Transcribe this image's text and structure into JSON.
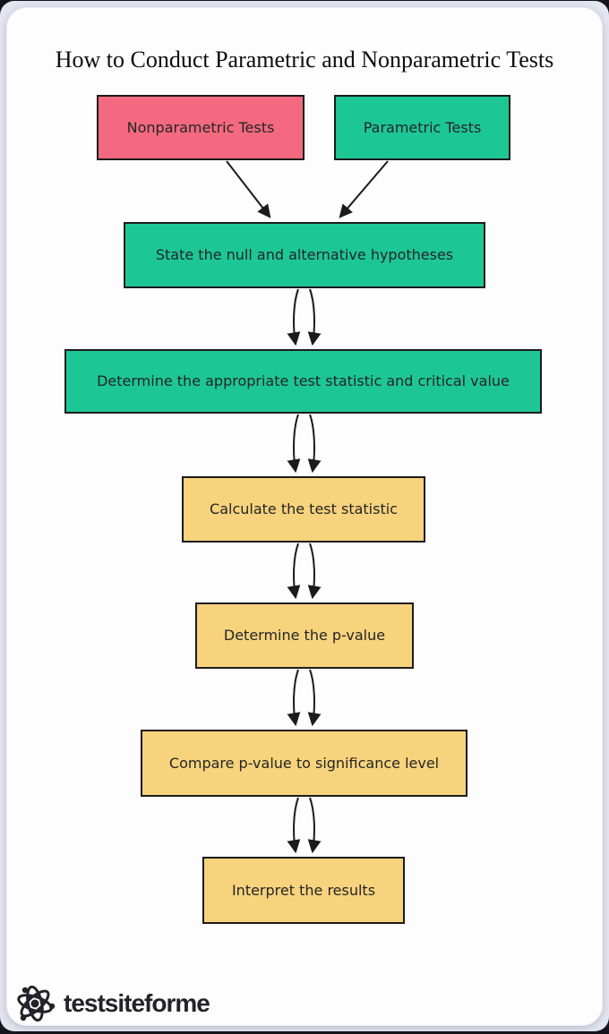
{
  "header": {
    "title": "How to Conduct Parametric and Nonparametric Tests"
  },
  "flowchart": {
    "nodes": [
      {
        "id": "nonparametric-tests",
        "label": "Nonparametric Tests",
        "fill": "#f4697f"
      },
      {
        "id": "parametric-tests",
        "label": "Parametric Tests",
        "fill": "#1dc795"
      },
      {
        "id": "state-hypotheses",
        "label": "State the null and alternative hypotheses",
        "fill": "#1dc795"
      },
      {
        "id": "determine-test-statistic",
        "label": "Determine the appropriate test statistic and critical value",
        "fill": "#1dc795"
      },
      {
        "id": "calculate-test-statistic",
        "label": "Calculate the test statistic",
        "fill": "#f8d37d"
      },
      {
        "id": "determine-p-value",
        "label": "Determine the p-value",
        "fill": "#f8d37d"
      },
      {
        "id": "compare-p-value",
        "label": "Compare p-value to significance level",
        "fill": "#f8d37d"
      },
      {
        "id": "interpret-results",
        "label": "Interpret the results",
        "fill": "#f8d37d"
      }
    ],
    "edges": [
      {
        "from": "nonparametric-tests",
        "to": "state-hypotheses"
      },
      {
        "from": "parametric-tests",
        "to": "state-hypotheses"
      },
      {
        "from": "state-hypotheses",
        "to": "determine-test-statistic",
        "parallel_lines": 2
      },
      {
        "from": "determine-test-statistic",
        "to": "calculate-test-statistic",
        "parallel_lines": 2
      },
      {
        "from": "calculate-test-statistic",
        "to": "determine-p-value",
        "parallel_lines": 2
      },
      {
        "from": "determine-p-value",
        "to": "compare-p-value",
        "parallel_lines": 2
      },
      {
        "from": "compare-p-value",
        "to": "interpret-results",
        "parallel_lines": 2
      }
    ],
    "colors": {
      "node_border": "#1b1b1b",
      "arrow": "#1b1b1b",
      "node_text": "#232526",
      "pink": "#f4697f",
      "green": "#1dc795",
      "yellow": "#f8d37d",
      "card_background": "#fdfdfe",
      "page_ring": "#e3e5f0"
    }
  },
  "footer": {
    "brand": "testsiteforme",
    "logo_icon": "atom-icon"
  }
}
